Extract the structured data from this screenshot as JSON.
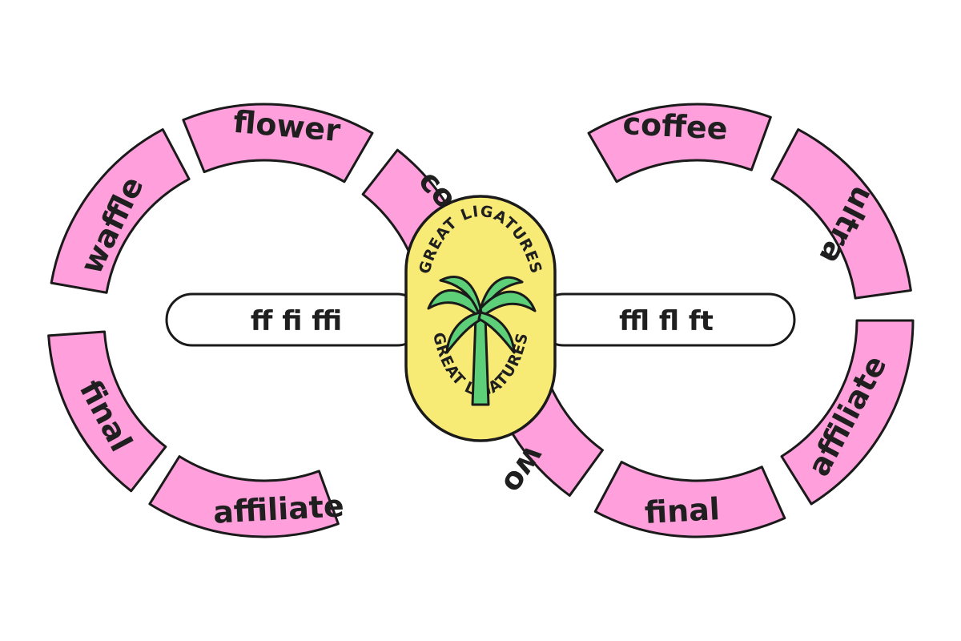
{
  "left_ring": {
    "segments": [
      "flower",
      "waffle",
      "final",
      "affiliate"
    ]
  },
  "right_ring": {
    "segments": [
      "coffee",
      "ultra",
      "affiliate",
      "final",
      "wo"
    ]
  },
  "center_overlap_word": "co",
  "left_bar": {
    "text": "ff fi ffi"
  },
  "right_bar": {
    "text": "ffl fl ft"
  },
  "badge": {
    "arc_text": "GREAT LIGATURES",
    "icon": "palm-tree-icon",
    "colors": {
      "fill": "#f7ea75",
      "palm": "#5ccf78"
    }
  },
  "colors": {
    "segment": "#ff9fdc",
    "stroke": "#1a1a1a"
  }
}
